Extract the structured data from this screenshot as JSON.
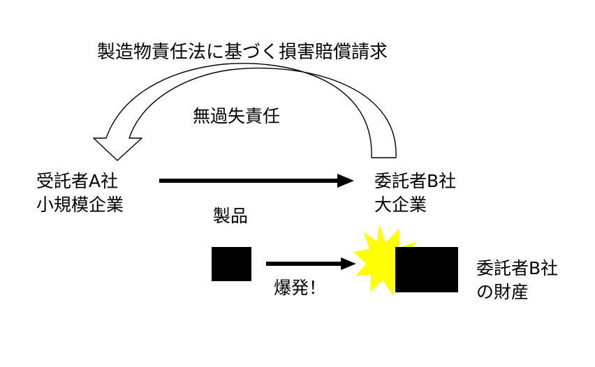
{
  "title": "製造物責任法に基づく損害賠償請求",
  "liability_label": "無過失責任",
  "party_a": {
    "line1": "受託者A社",
    "line2": "小規模企業"
  },
  "party_b": {
    "line1": "委託者B社",
    "line2": "大企業"
  },
  "product_label": "製品",
  "explosion_label": "爆発！",
  "property_label": {
    "line1": "委託者B社",
    "line2": "の財産"
  },
  "colors": {
    "ink": "#000000",
    "burst": "#ffff00",
    "outline_fill": "#ffffff"
  }
}
